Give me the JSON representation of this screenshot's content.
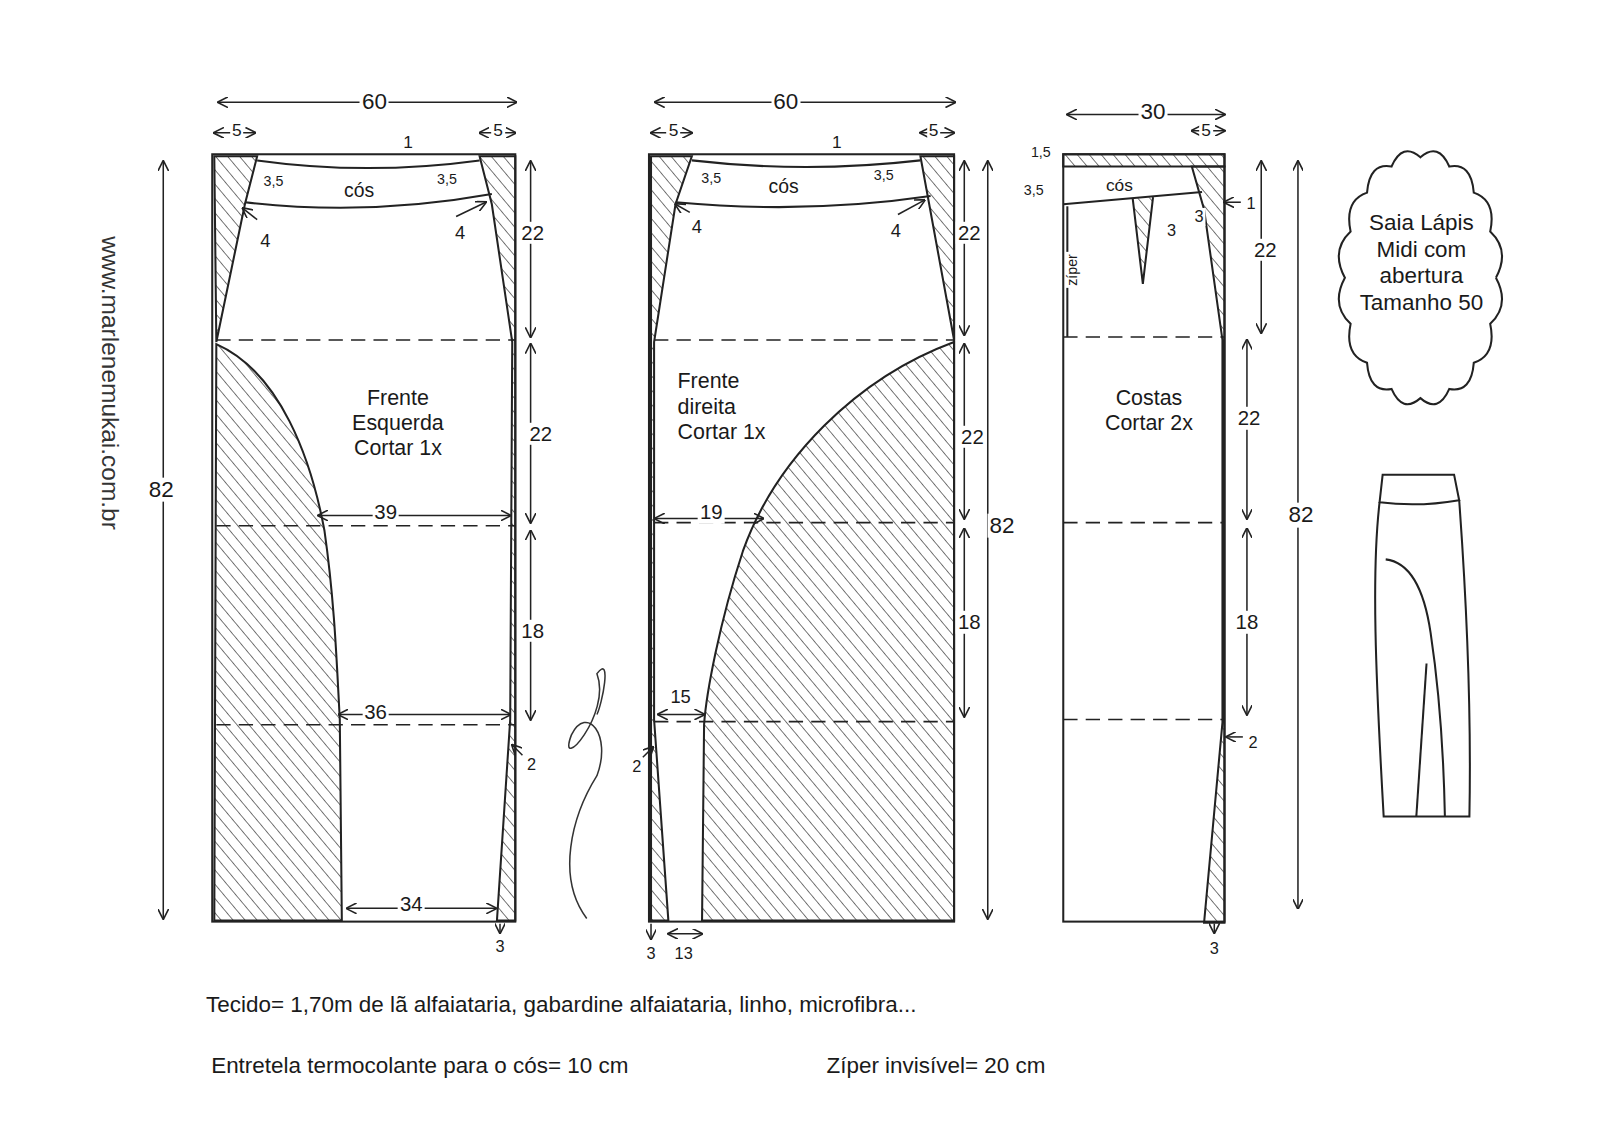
{
  "diagram": {
    "nodes": [
      {
        "text": [
          "Frente Esquerda Cortar 1x"
        ]
      },
      {
        "text": [
          "cós"
        ],
        "in": 0
      },
      {
        "text": [
          "Frente direita Cortar 1x"
        ]
      },
      {
        "text": [
          "cós"
        ],
        "in": 2
      },
      {
        "text": [
          "Costas Cortar 2x"
        ]
      },
      {
        "text": [
          "cós"
        ],
        "in": 4
      },
      {
        "text": [
          "Saia Lápis Midi com abertura Tamanho 50"
        ]
      }
    ],
    "labels": [
      "60",
      "5",
      "1",
      "5",
      "3,5",
      "3,5",
      "4",
      "4",
      "22",
      "22",
      "39",
      "18",
      "36",
      "2",
      "34",
      "3",
      "82",
      "60",
      "5",
      "1",
      "5",
      "3,5",
      "3,5",
      "4",
      "4",
      "22",
      "22",
      "19",
      "82",
      "18",
      "15",
      "2",
      "3",
      "13",
      "30",
      "1,5",
      "5",
      "3,5",
      "3",
      "3",
      "1",
      "22",
      "zíper",
      "22",
      "18",
      "2",
      "3",
      "82",
      "www.marlenemukai.com.br",
      "Tecido= 1,70m de lã alfaiataria, gabardine alfaiataria, linho, microfibra...",
      "Entretela termocolante para o cós= 10 cm",
      "Zíper invisível= 20 cm"
    ]
  }
}
